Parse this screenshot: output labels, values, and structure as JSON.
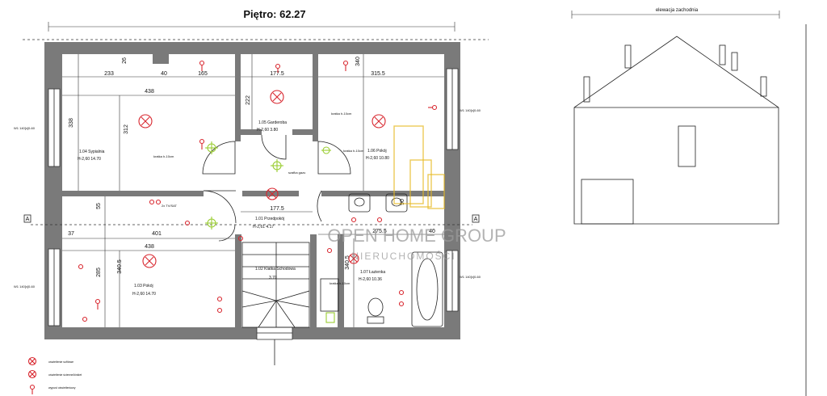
{
  "plan": {
    "title": "Piętro: 62.27",
    "dimensions": {
      "top": [
        "233",
        "40",
        "165",
        "177.5",
        "315.5",
        "26",
        "438"
      ],
      "left": [
        "338",
        "312",
        "55",
        "285",
        "340.5",
        "37"
      ],
      "middle": [
        "222",
        "177.5",
        "401",
        "438",
        "275.5",
        "40",
        "340.5",
        "90"
      ],
      "right": [
        "340"
      ]
    },
    "rooms": [
      {
        "name": "1.04 Sypialnia",
        "area": "H-2,60 14.70"
      },
      {
        "name": "1.05 Garderoba",
        "area": "H-2,60 3.80"
      },
      {
        "name": "1.06 Pokój",
        "area": "H-2,60 10.80"
      },
      {
        "name": "1.01 Przedpokój",
        "area": "H-2,61 4.17"
      },
      {
        "name": "1.02 Klatka Schodowa",
        "area": "3.70"
      },
      {
        "name": "1.03 Pokój",
        "area": "H-2,60 14.70"
      },
      {
        "name": "1.07 Łazienka",
        "area": "H-2,60 10.36"
      }
    ],
    "notes": [
      "kratka h-10cm",
      "kratka h-10cm",
      "kratka h-10cm",
      "kratka h-10cm",
      "szafka gazu"
    ],
    "window_tags": [
      "W1 140[x]0-60",
      "W1 140[x]0-60",
      "W1 140[x]0-60",
      "W1 140[x]0-60"
    ],
    "section_marks": [
      "A",
      "A"
    ],
    "legend": [
      "oświetlenie sufitowe",
      "oświetlenie ścienne/kinkiet",
      "wypust oświetleniowy"
    ],
    "fixtures": {
      "tv_label": "2x TV/SAT"
    }
  },
  "elevation": {
    "title": "elewacja zachodnia"
  },
  "watermark": {
    "line1": "OPEN HOME GROUP",
    "line2": "NIERUCHOMOŚCI"
  },
  "colors": {
    "wall": "#7a7a7a",
    "electrical": "#d8262e",
    "light_point": "#9acd32",
    "watermark_logo": "#e6b820"
  }
}
